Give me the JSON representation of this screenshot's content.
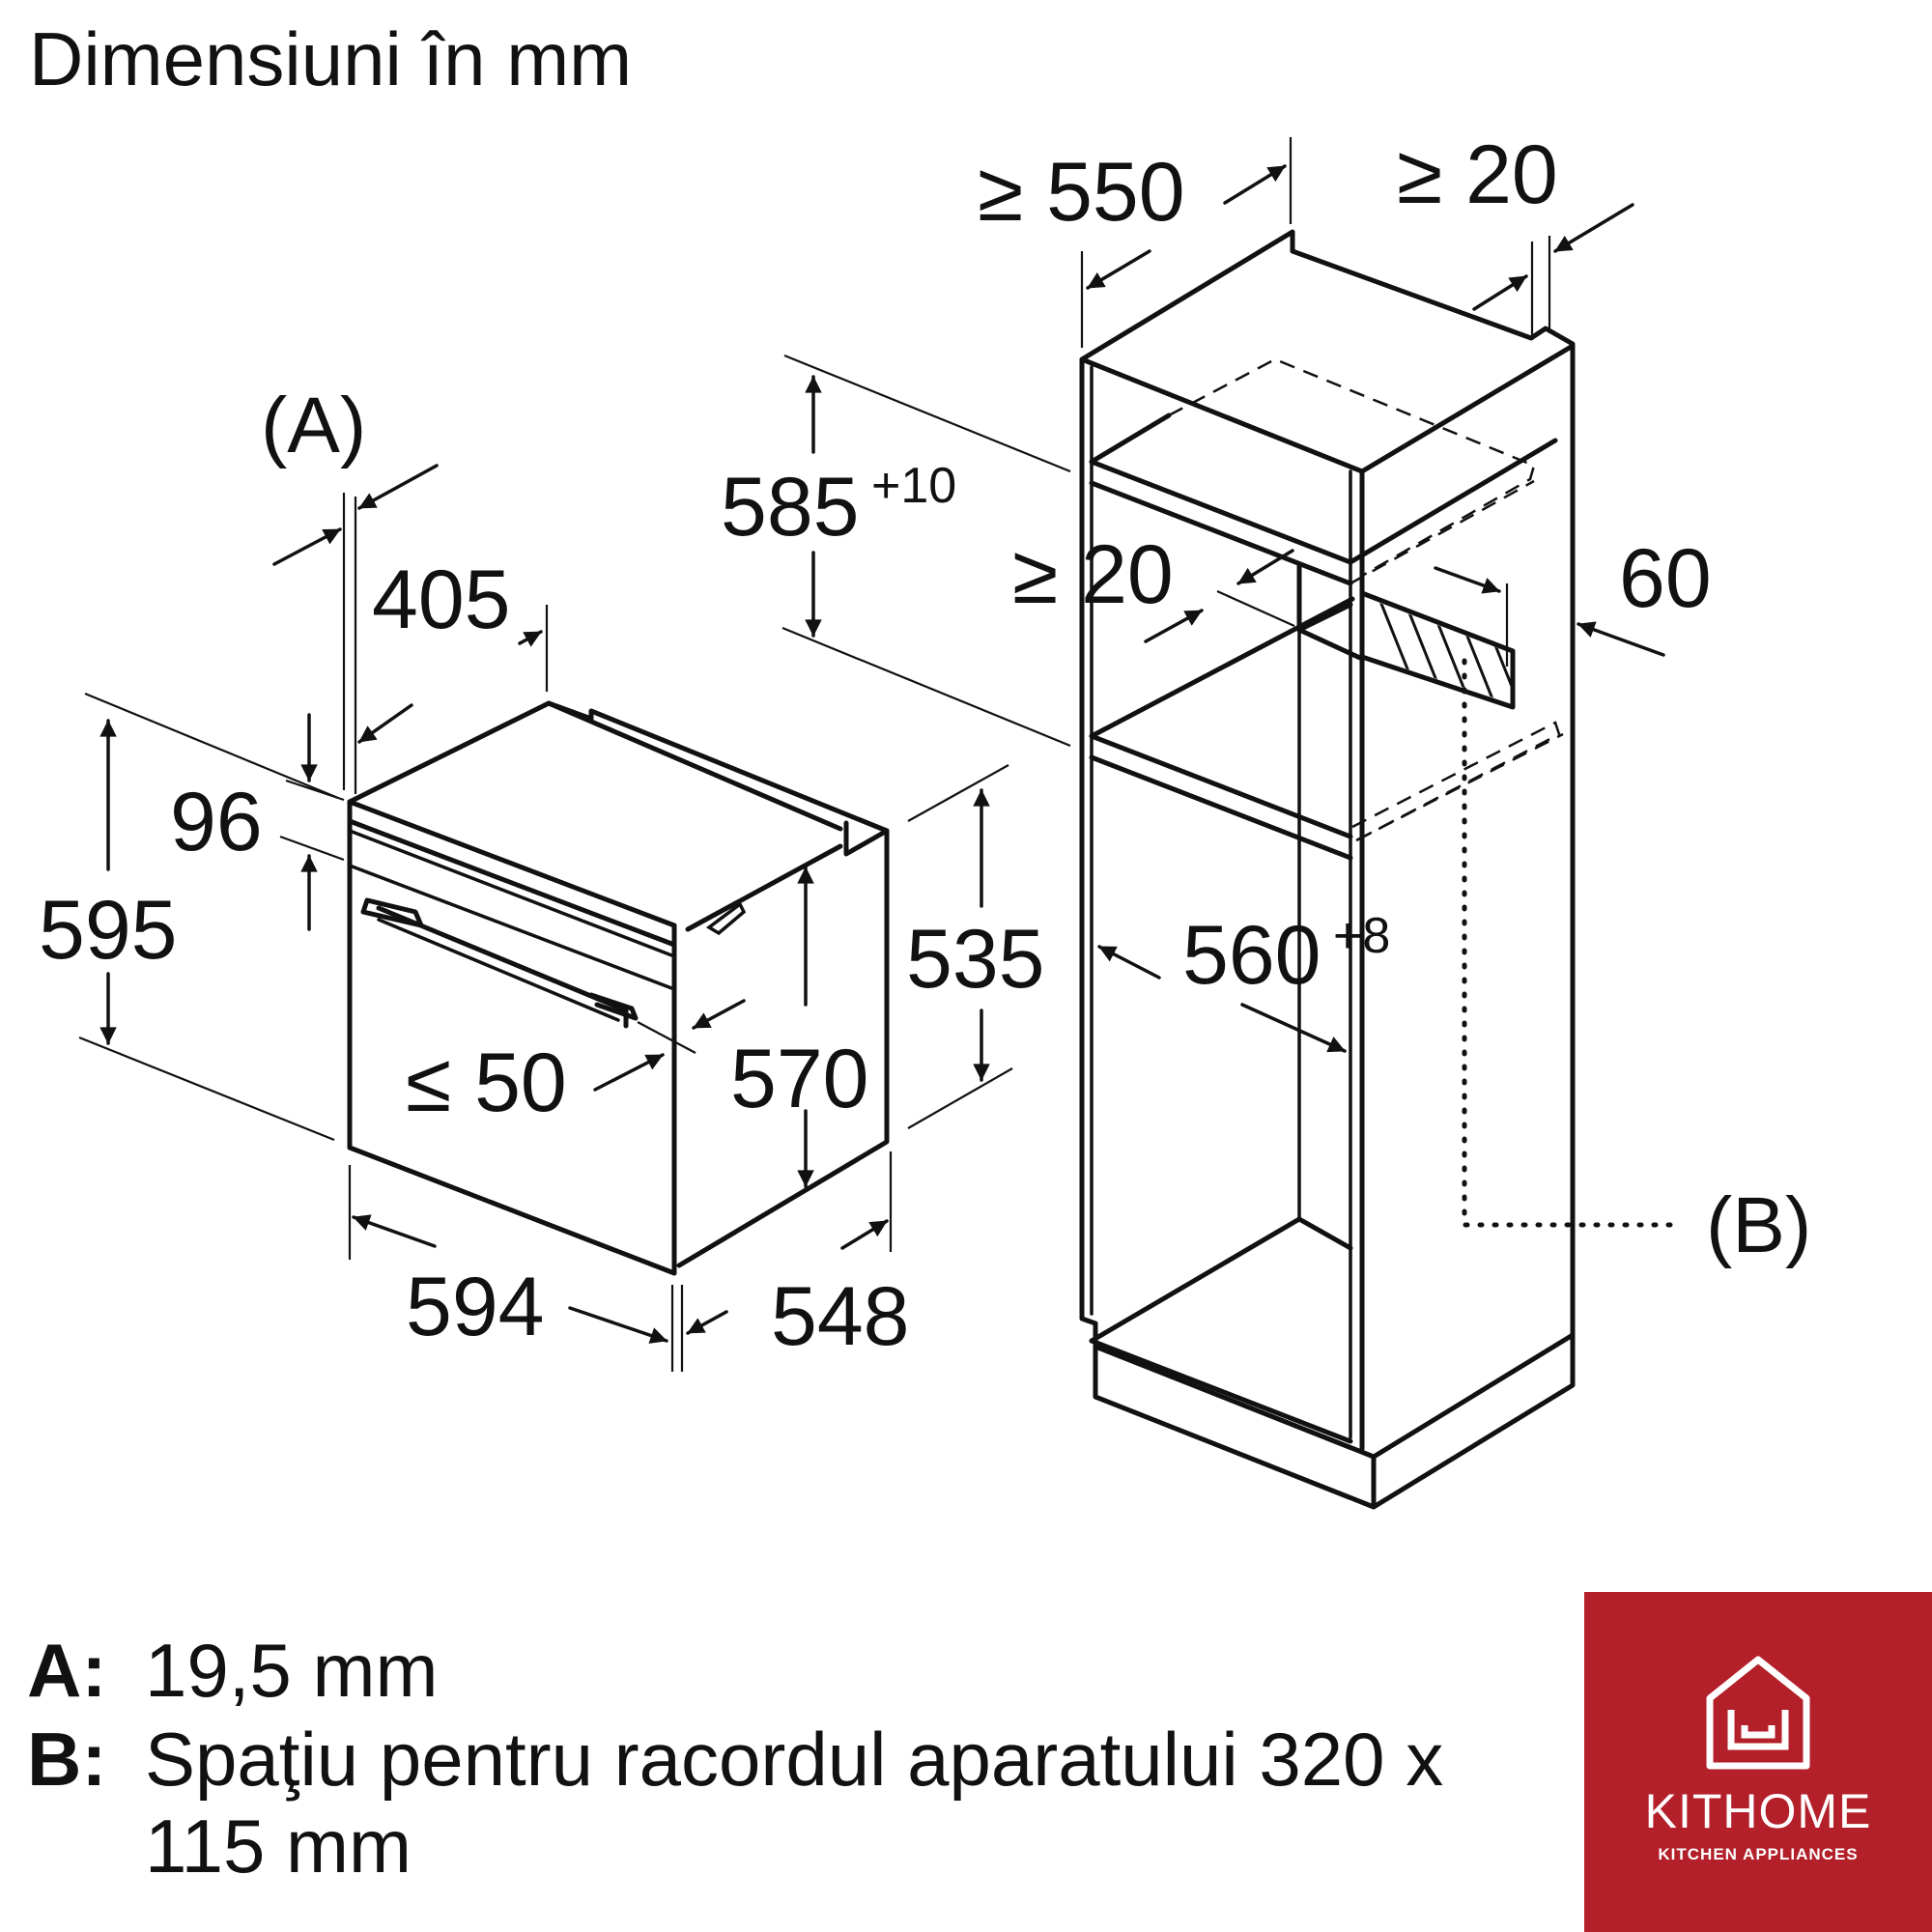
{
  "title": "Dimensiuni în mm",
  "oven": {
    "label_a": "(A)",
    "dim_405": "405",
    "dim_96": "96",
    "dim_595": "595",
    "dim_le50": "≤ 50",
    "dim_570": "570",
    "dim_535": "535",
    "dim_594": "594",
    "dim_548": "548"
  },
  "cabinet": {
    "dim_ge550": "≥ 550",
    "dim_ge20_top": "≥ 20",
    "dim_585": "585",
    "dim_585_tol": "+10",
    "dim_ge20_mid": "≥ 20",
    "dim_60": "60",
    "dim_560": "560",
    "dim_560_tol": "+8",
    "label_b": "(B)"
  },
  "legend": {
    "a_key": "A:",
    "a_text": "19,5 mm",
    "b_key": "B:",
    "b_text": "Spaţiu pentru racordul aparatului 320 x",
    "b_text_2": "115 mm"
  },
  "logo": {
    "name": "KITHOME",
    "tagline": "KITCHEN APPLIANCES",
    "color": "#b3202a",
    "icon": "house-icon"
  }
}
